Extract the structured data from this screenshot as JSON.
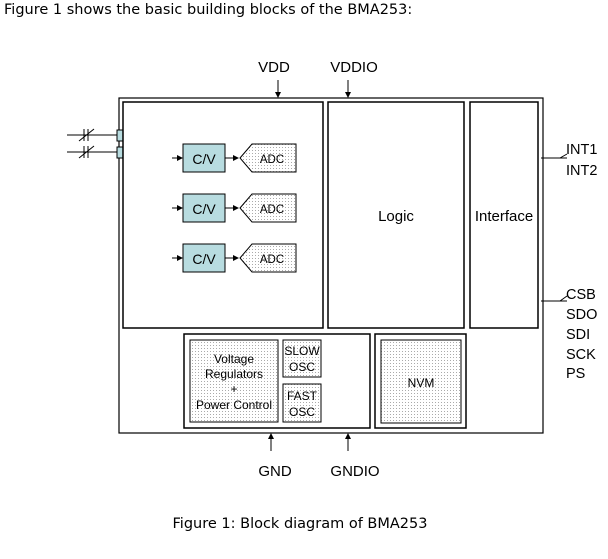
{
  "intro_text": "Figure 1 shows the basic building blocks of the BMA253:",
  "caption": "Figure 1: Block diagram of BMA253",
  "diagram": {
    "pins_top": [
      "VDD",
      "VDDIO"
    ],
    "pins_bottom": [
      "GND",
      "GNDIO"
    ],
    "interrupt_pins": [
      "INT1",
      "INT2"
    ],
    "interface_pins": [
      "CSB",
      "SDO",
      "SDI",
      "SCK",
      "PS"
    ],
    "cv_label": "C/V",
    "adc_label": "ADC",
    "logic_label": "Logic",
    "interface_label": "Interface",
    "power_label": [
      "Voltage",
      "Regulators",
      "+",
      "Power Control"
    ],
    "slow_osc_label": [
      "SLOW",
      "OSC"
    ],
    "fast_osc_label": [
      "FAST",
      "OSC"
    ],
    "nvm_label": "NVM",
    "colors": {
      "cv_fill": "#b8dce0",
      "stipple": "#bbbbbb",
      "line": "#000000"
    }
  }
}
